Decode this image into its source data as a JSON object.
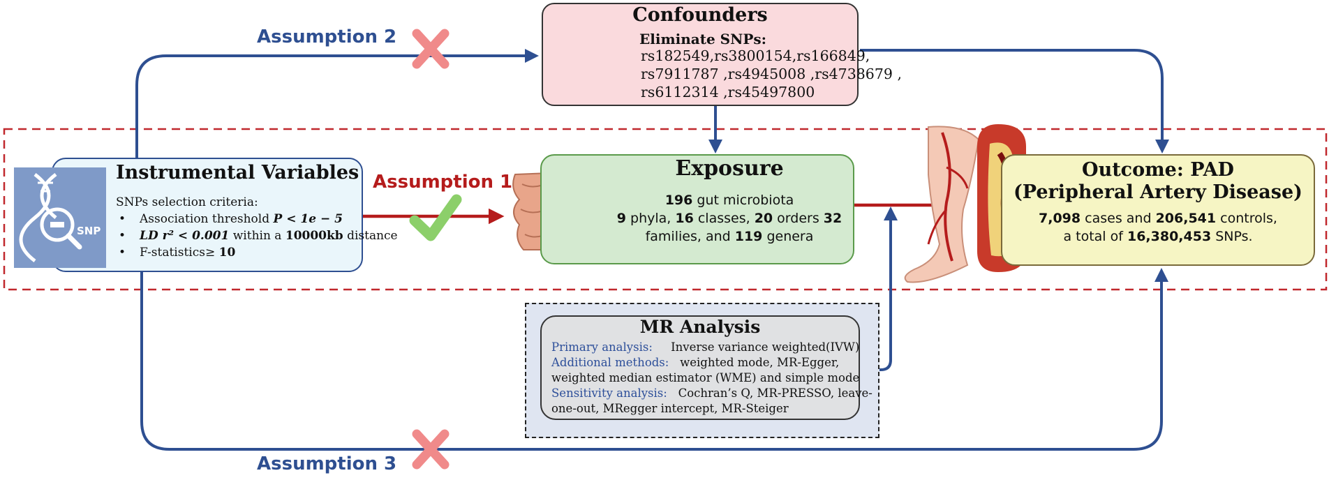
{
  "confounders": {
    "title": "Confounders",
    "subtitle": "Eliminate SNPs:",
    "lines": [
      "rs182549,rs3800154,rs166849,",
      "rs7911787 ,rs4945008 ,rs4738679 ,",
      "rs6112314 ,rs45497800"
    ]
  },
  "instrumental": {
    "title": "Instrumental Variables",
    "criteria_label": "SNPs selection criteria:",
    "icon_label": "SNP",
    "bullets": [
      {
        "text": "Association threshold ",
        "math": "P < 1e − 5",
        "tail": ""
      },
      {
        "text": "",
        "math": "LD r² < 0.001",
        "tail": " within a ",
        "bold": "10000kb",
        "end": " distance"
      },
      {
        "text": "F-statistics≥ ",
        "math": "",
        "tail": "",
        "bold": "10",
        "end": ""
      }
    ]
  },
  "exposure": {
    "title": "Exposure",
    "line1_bold": "196",
    "line1": " gut microbiota",
    "line2_a_bold": "9",
    "line2_a": " phyla, ",
    "line2_b_bold": "16",
    "line2_b": " classes, ",
    "line2_c_bold": "20",
    "line2_c": " orders ",
    "line2_d_bold": "32",
    "line3": "families, and ",
    "line3_bold": "119",
    "line3_end": " genera"
  },
  "outcome": {
    "title1": "Outcome: PAD",
    "title2": "(Peripheral Artery Disease)",
    "cases_bold": "7,098",
    "cases": " cases and ",
    "controls_bold": "206,541",
    "controls": " controls,",
    "total": "a total of ",
    "total_bold": "16,380,453",
    "total_end": " SNPs."
  },
  "mr": {
    "title": "MR Analysis",
    "primary_label": "Primary analysis:",
    "primary_value": "Inverse variance weighted(IVW)",
    "additional_label": "Additional methods:",
    "additional_value": "weighted mode, MR-Egger,",
    "additional_value2": "weighted median estimator (WME) and simple mode",
    "sensitivity_label": "Sensitivity analysis:",
    "sensitivity_value": "Cochran’s Q, MR-PRESSO, leave-",
    "sensitivity_value2": "one-out, MRegger intercept, MR-Steiger"
  },
  "assumptions": {
    "a1": "Assumption 1",
    "a2": "Assumption 2",
    "a3": "Assumption 3"
  },
  "colors": {
    "blue_arrow": "#2e4f91",
    "red_arrow": "#b51c1c",
    "cross": "#f08a8a",
    "check": "#8ccf6a"
  }
}
